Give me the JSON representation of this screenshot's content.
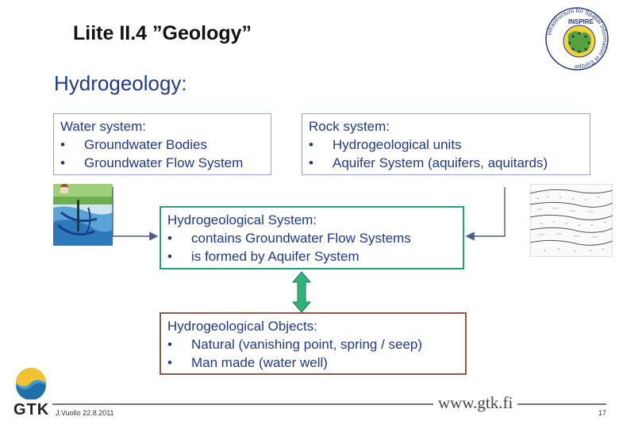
{
  "header": {
    "title": "Liite II.4 ”Geology”",
    "inspire_logo": {
      "name": "INSPIRE",
      "ring_text": "Infrastructure for Spatial Information in Europe",
      "icon": "inspire-globe-logo-icon"
    }
  },
  "section_title": "Hydrogeology:",
  "boxes": {
    "water_system": {
      "title": "Water system:",
      "items": [
        "Groundwater Bodies",
        "Groundwater Flow System"
      ]
    },
    "rock_system": {
      "title": "Rock system:",
      "items": [
        "Hydrogeological units",
        "Aquifer System  (aquifers, aquitards)"
      ]
    },
    "hydro_system": {
      "title": "Hydrogeological System:",
      "items": [
        "contains Groundwater Flow Systems",
        "is formed by Aquifer System"
      ]
    },
    "hydro_objects": {
      "title": "Hydrogeological Objects:",
      "items": [
        "Natural (vanishing point, spring / seep)",
        "Man made (water well)"
      ]
    }
  },
  "images": {
    "left": "groundwater-flow-illustration",
    "right": "aquifer-cross-section-drawing"
  },
  "footer": {
    "author_date": "J.Vuollo 22.8.2011",
    "url": "www.gtk.fi",
    "page_number": "17",
    "logo_text": "GTK"
  },
  "colors": {
    "text_blue": "#1f3a8a",
    "box_blue_border": "#8fa8cf",
    "box_green_border": "#26a078",
    "box_brown_border": "#8a5a4a",
    "arrow_green": "#2fb37a",
    "arrow_blue": "#4b5d8a"
  }
}
